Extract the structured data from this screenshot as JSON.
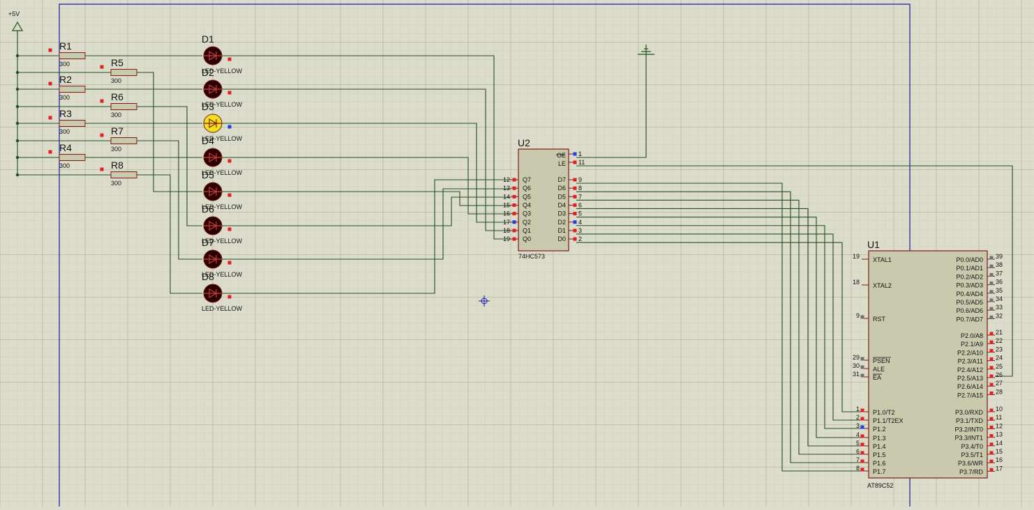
{
  "colors": {
    "background": "#dcdccb",
    "grid_minor": "#cacab6",
    "grid_major": "#b9b9a4",
    "wire": "#1f4f1f",
    "sheet_border": "#1a1aa8",
    "body_stroke": "#7a1a1a",
    "chip_fill": "#c9c9ad",
    "resistor_fill": "#c9c9ad",
    "led_off": "#2a0000",
    "led_on": "#f0e020",
    "pin_red": "#e02020",
    "pin_blue": "#2040e0",
    "pin_gray": "#707070"
  },
  "icons": {
    "power": "power-terminal-icon",
    "ground": "ground-terminal-icon",
    "cursor": "crosshair-cursor-icon"
  },
  "power": {
    "label": "+5V"
  },
  "resistors": [
    {
      "ref": "R1",
      "value": "300"
    },
    {
      "ref": "R5",
      "value": "300"
    },
    {
      "ref": "R2",
      "value": "300"
    },
    {
      "ref": "R6",
      "value": "300"
    },
    {
      "ref": "R3",
      "value": "300"
    },
    {
      "ref": "R7",
      "value": "300"
    },
    {
      "ref": "R4",
      "value": "300"
    },
    {
      "ref": "R8",
      "value": "300"
    }
  ],
  "leds": [
    {
      "ref": "D1",
      "part": "LED-YELLOW",
      "lit": false
    },
    {
      "ref": "D2",
      "part": "LED-YELLOW",
      "lit": false
    },
    {
      "ref": "D3",
      "part": "LED-YELLOW",
      "lit": true
    },
    {
      "ref": "D4",
      "part": "LED-YELLOW",
      "lit": false
    },
    {
      "ref": "D5",
      "part": "LED-YELLOW",
      "lit": false
    },
    {
      "ref": "D6",
      "part": "LED-YELLOW",
      "lit": false
    },
    {
      "ref": "D7",
      "part": "LED-YELLOW",
      "lit": false
    },
    {
      "ref": "D8",
      "part": "LED-YELLOW",
      "lit": false
    }
  ],
  "u2": {
    "ref": "U2",
    "part": "74HC573",
    "left_pins": [
      {
        "num": "12",
        "name": "Q7",
        "state": "red"
      },
      {
        "num": "13",
        "name": "Q6",
        "state": "red"
      },
      {
        "num": "14",
        "name": "Q5",
        "state": "red"
      },
      {
        "num": "15",
        "name": "Q4",
        "state": "red"
      },
      {
        "num": "16",
        "name": "Q3",
        "state": "red"
      },
      {
        "num": "17",
        "name": "Q2",
        "state": "blue"
      },
      {
        "num": "18",
        "name": "Q1",
        "state": "red"
      },
      {
        "num": "19",
        "name": "Q0",
        "state": "red"
      }
    ],
    "right_top_pins": [
      {
        "num": "1",
        "name": "OE",
        "state": "blue"
      },
      {
        "num": "11",
        "name": "LE",
        "state": "red"
      }
    ],
    "right_pins": [
      {
        "num": "9",
        "name": "D7",
        "state": "red"
      },
      {
        "num": "8",
        "name": "D6",
        "state": "red"
      },
      {
        "num": "7",
        "name": "D5",
        "state": "red"
      },
      {
        "num": "6",
        "name": "D4",
        "state": "red"
      },
      {
        "num": "5",
        "name": "D3",
        "state": "red"
      },
      {
        "num": "4",
        "name": "D2",
        "state": "blue"
      },
      {
        "num": "3",
        "name": "D1",
        "state": "red"
      },
      {
        "num": "2",
        "name": "D0",
        "state": "red"
      }
    ]
  },
  "u1": {
    "ref": "U1",
    "part": "AT89C52",
    "left_pins": [
      {
        "num": "19",
        "name": "XTAL1",
        "state": "none"
      },
      {
        "num": "18",
        "name": "XTAL2",
        "state": "none"
      },
      {
        "num": "9",
        "name": "RST",
        "state": "gray"
      },
      {
        "num": "29",
        "name": "PSEN",
        "state": "gray"
      },
      {
        "num": "30",
        "name": "ALE",
        "state": "gray"
      },
      {
        "num": "31",
        "name": "EA",
        "state": "gray"
      },
      {
        "num": "1",
        "name": "P1.0/T2",
        "state": "red"
      },
      {
        "num": "2",
        "name": "P1.1/T2EX",
        "state": "red"
      },
      {
        "num": "3",
        "name": "P1.2",
        "state": "blue"
      },
      {
        "num": "4",
        "name": "P1.3",
        "state": "red"
      },
      {
        "num": "5",
        "name": "P1.4",
        "state": "red"
      },
      {
        "num": "6",
        "name": "P1.5",
        "state": "red"
      },
      {
        "num": "7",
        "name": "P1.6",
        "state": "red"
      },
      {
        "num": "8",
        "name": "P1.7",
        "state": "red"
      }
    ],
    "right_pins": [
      {
        "num": "39",
        "name": "P0.0/AD0",
        "state": "gray"
      },
      {
        "num": "38",
        "name": "P0.1/AD1",
        "state": "gray"
      },
      {
        "num": "37",
        "name": "P0.2/AD2",
        "state": "gray"
      },
      {
        "num": "36",
        "name": "P0.3/AD3",
        "state": "gray"
      },
      {
        "num": "35",
        "name": "P0.4/AD4",
        "state": "gray"
      },
      {
        "num": "34",
        "name": "P0.5/AD5",
        "state": "gray"
      },
      {
        "num": "33",
        "name": "P0.6/AD6",
        "state": "gray"
      },
      {
        "num": "32",
        "name": "P0.7/AD7",
        "state": "gray"
      },
      {
        "num": "21",
        "name": "P2.0/A8",
        "state": "red"
      },
      {
        "num": "22",
        "name": "P2.1/A9",
        "state": "red"
      },
      {
        "num": "23",
        "name": "P2.2/A10",
        "state": "red"
      },
      {
        "num": "24",
        "name": "P2.3/A11",
        "state": "red"
      },
      {
        "num": "25",
        "name": "P2.4/A12",
        "state": "red"
      },
      {
        "num": "26",
        "name": "P2.5/A13",
        "state": "red"
      },
      {
        "num": "27",
        "name": "P2.6/A14",
        "state": "red"
      },
      {
        "num": "28",
        "name": "P2.7/A15",
        "state": "red"
      },
      {
        "num": "10",
        "name": "P3.0/RXD",
        "state": "red"
      },
      {
        "num": "11",
        "name": "P3.1/TXD",
        "state": "red"
      },
      {
        "num": "12",
        "name": "P3.2/INT0",
        "state": "red"
      },
      {
        "num": "13",
        "name": "P3.3/INT1",
        "state": "red"
      },
      {
        "num": "14",
        "name": "P3.4/T0",
        "state": "red"
      },
      {
        "num": "15",
        "name": "P3.5/T1",
        "state": "red"
      },
      {
        "num": "16",
        "name": "P3.6/WR",
        "state": "red"
      },
      {
        "num": "17",
        "name": "P3.7/RD",
        "state": "red"
      }
    ]
  }
}
